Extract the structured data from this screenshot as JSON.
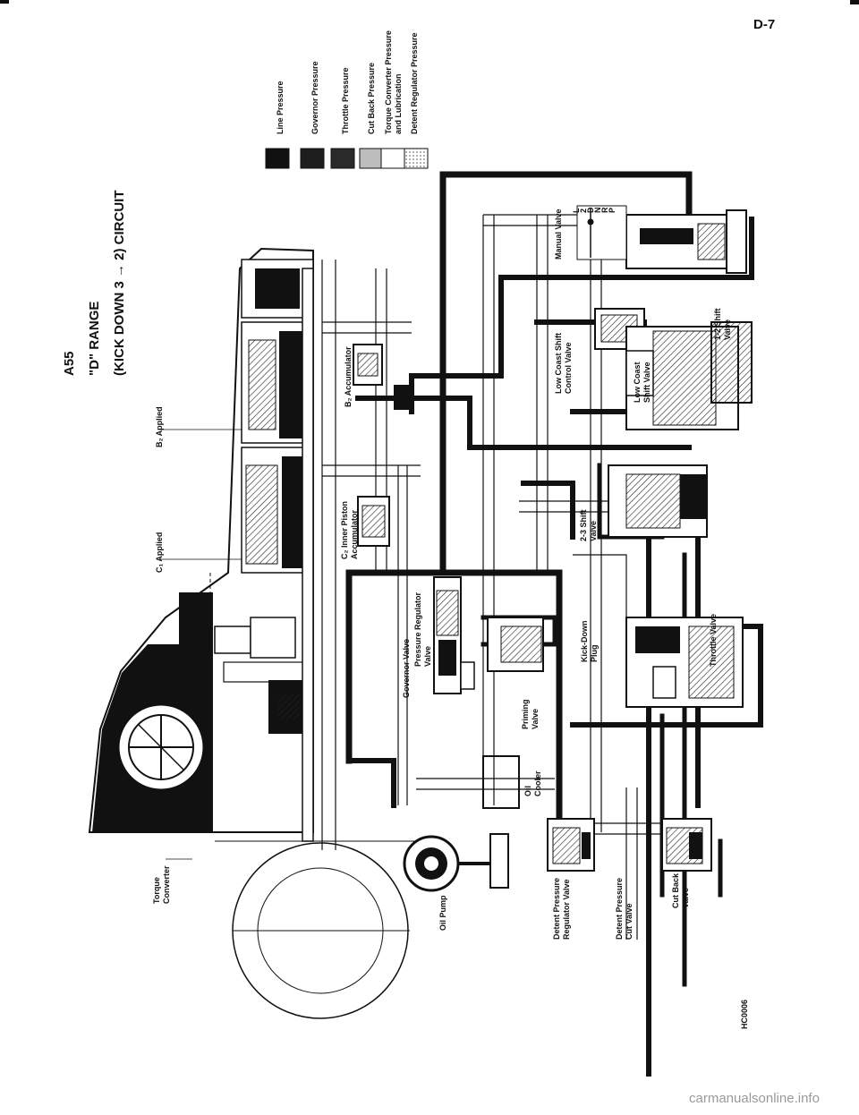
{
  "page": {
    "number": "D-7",
    "code": "HC0006",
    "watermark": "carmanualsonline.info"
  },
  "title": {
    "line1": "A55",
    "line2": "\"D\" RANGE",
    "line3": "(KICK DOWN 3 → 2) CIRCUIT"
  },
  "legend": [
    {
      "label": "Line Pressure",
      "fill": "#111111"
    },
    {
      "label": "Governor Pressure",
      "fill": "#1e1e1e"
    },
    {
      "label": "Throttle Pressure",
      "fill": "#2a2a2a"
    },
    {
      "label": "Cut Back Pressure",
      "fill": "#bdbdbd"
    },
    {
      "label": "Torque Converter Pressure",
      "label2": "and Lubrication",
      "fill": "#ffffff"
    },
    {
      "label": "Detent Regulator Pressure",
      "fill": "#dcdcdc"
    }
  ],
  "labels": {
    "b2_applied": "B₂ Applied",
    "c1_applied": "C₁ Applied",
    "torque_converter_1": "Torque",
    "torque_converter_2": "Converter",
    "oil_pump": "Oil Pump",
    "governor_valve": "Governor Valve",
    "oil_cooler_1": "Oil",
    "oil_cooler_2": "Cooler",
    "priming_valve_1": "Priming",
    "priming_valve_2": "Valve",
    "pressure_regulator_1": "Pressure Regulator",
    "pressure_regulator_2": "Valve",
    "c2_accumulator_1": "C₂ Inner Piston",
    "c2_accumulator_2": "Accumulator",
    "b2_accumulator": "B₂ Accumulator",
    "shift_23_1": "2-3 Shift",
    "shift_23_2": "Valve",
    "low_coast_control_1": "Low Coast Shift",
    "low_coast_control_2": "Control Valve",
    "low_coast_shift_1": "Low Coast",
    "low_coast_shift_2": "Shift Valve",
    "shift_12_1": "1-2 Shift",
    "shift_12_2": "Valve",
    "manual_valve": "Manual Valve",
    "kickdown_1": "Kick-Down",
    "kickdown_2": "Plug",
    "throttle_valve": "Throttle Valve",
    "detent_reg_1": "Detent Pressure",
    "detent_reg_2": "Regulator Valve",
    "detent_cut_1": "Detent Pressure",
    "detent_cut_2": "Cut Valve",
    "cutback_1": "Cut Back",
    "cutback_2": "Valve"
  },
  "manual_positions": [
    "L",
    "2",
    "D",
    "N",
    "R",
    "P"
  ],
  "selected_position": "D"
}
